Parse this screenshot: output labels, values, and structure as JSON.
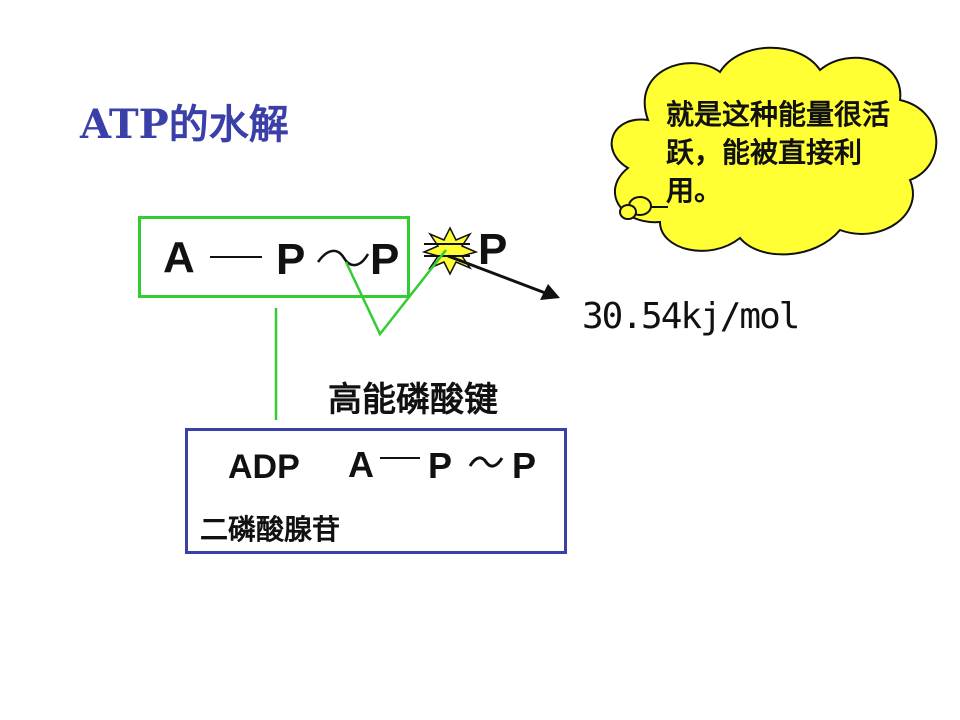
{
  "title": "ATP的水解",
  "atp": {
    "a": "A",
    "p1": "P",
    "p2": "P",
    "p3": "P"
  },
  "energy_label": "30.54kj/mol",
  "bond_label": "高能磷酸键",
  "adp": {
    "name": "ADP",
    "a": "A",
    "p1": "P",
    "p2": "P",
    "chinese_name": "二磷酸腺苷"
  },
  "callout": {
    "text": "就是这种能量很活跃，能被直接利用。"
  },
  "colors": {
    "title": "#3b3fa8",
    "atp_box": "#33cc33",
    "adp_box": "#3b3fa8",
    "bubble_fill": "#ffff33"
  }
}
